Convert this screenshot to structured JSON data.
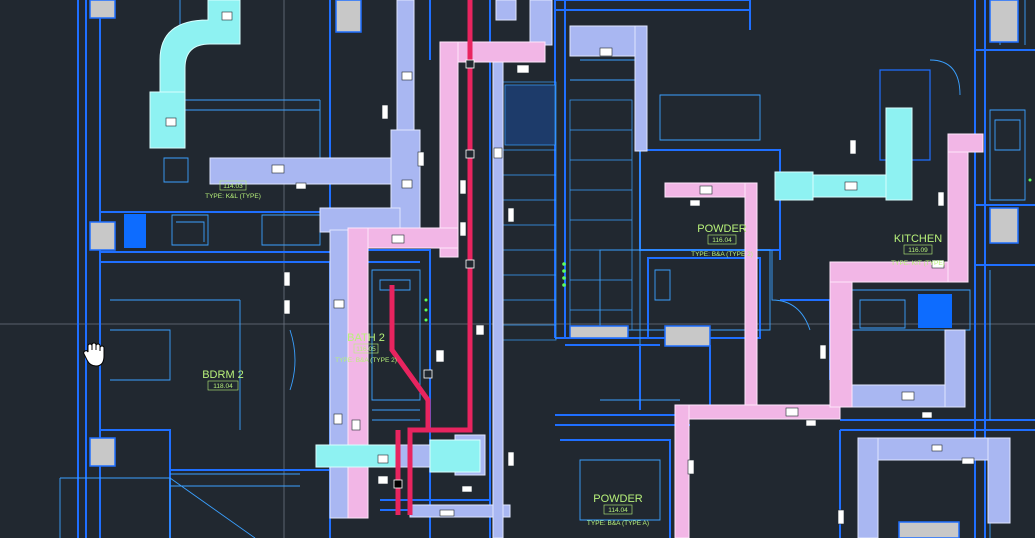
{
  "colors": {
    "background": "#212830",
    "wall_blue": "#1f6fff",
    "wall_light": "#3aa0ff",
    "supply_duct": "#a9b7f2",
    "return_duct": "#f2b6e6",
    "exhaust_duct": "#8ef2f2",
    "hot_pipe": "#e8245f",
    "room_label": "#b8f27a",
    "fixture": "#c8c8c8"
  },
  "rooms": [
    {
      "name": "BDRM 2",
      "number": "118.04",
      "type": ""
    },
    {
      "name": "BATH 2",
      "number": "116.05",
      "type": "TYPE: B&A (TYPE 2)"
    },
    {
      "name": "POWDER",
      "number": "116.04",
      "type": "TYPE: B&A (TYPE 2)"
    },
    {
      "name": "KITCHEN",
      "number": "116.09",
      "type": "TYPE: KIT (TYPE)"
    },
    {
      "name": "POWDER",
      "number": "114.04",
      "type": "TYPE: B&A (TYPE A)"
    },
    {
      "name": "",
      "number": "114.03",
      "type": "TYPE: K&L (TYPE)"
    }
  ],
  "cursor": {
    "icon": "hand-pan-icon"
  }
}
